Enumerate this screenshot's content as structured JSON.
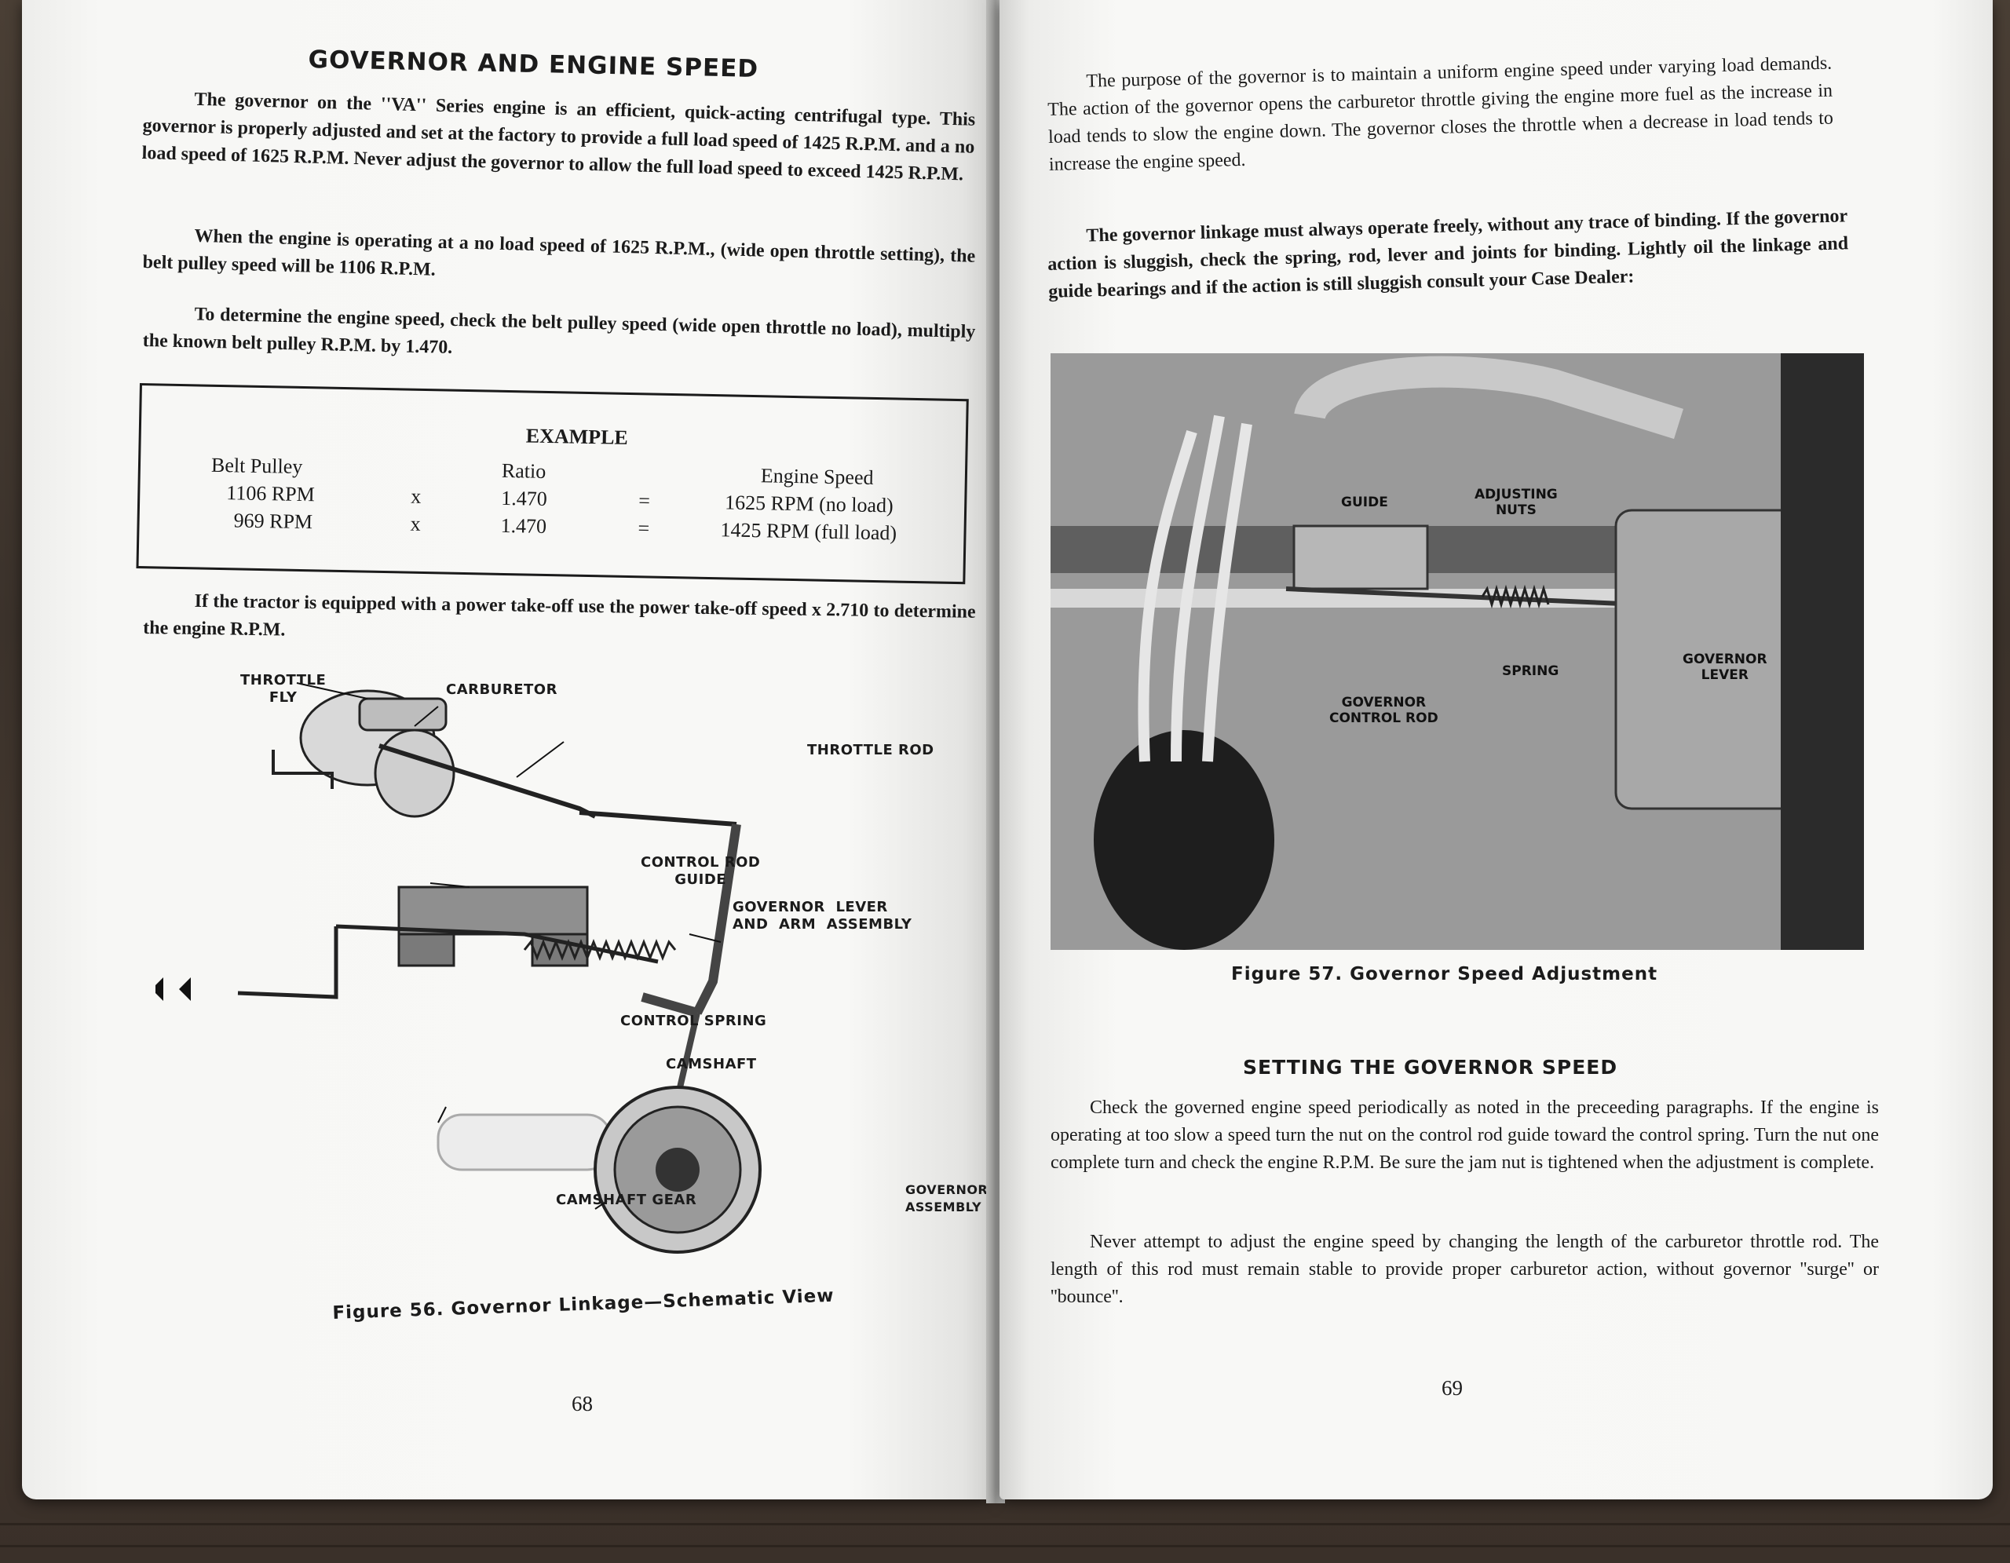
{
  "left_page": {
    "title": "GOVERNOR AND ENGINE SPEED",
    "para1": "The governor on the ''VA'' Series engine is an efficient, quick-acting centrifugal type. This governor is properly adjusted and set at the factory to provide a full load speed of 1425 R.P.M. and a no load speed of 1625 R.P.M. Never adjust the governor to allow the full load speed to exceed 1425 R.P.M.",
    "para2": "When the engine is operating at a no load speed of 1625 R.P.M., (wide open throttle setting), the belt pulley speed will be 1106 R.P.M.",
    "para3": "To determine the engine speed, check the belt pulley speed (wide open throttle no load), multiply the known belt pulley R.P.M. by 1.470.",
    "example": {
      "title": "EXAMPLE",
      "col1_header": "Belt Pulley",
      "col2_header": "Ratio",
      "col3_header": "Engine Speed",
      "rows": [
        {
          "pulley": "1106 RPM",
          "op": "x",
          "ratio": "1.470",
          "eq": "=",
          "speed": "1625 RPM (no load)"
        },
        {
          "pulley": "969 RPM",
          "op": "x",
          "ratio": "1.470",
          "eq": "=",
          "speed": "1425 RPM (full load)"
        }
      ]
    },
    "para4": "If the tractor is equipped with a power take-off use the power take-off speed x 2.710 to determine the engine R.P.M.",
    "diagram_labels": {
      "throttle_fly": "THROTTLE\nFLY",
      "carburetor": "CARBURETOR",
      "throttle_rod": "THROTTLE  ROD",
      "control_rod_guide": "CONTROL ROD\nGUIDE",
      "governor_lever": "GOVERNOR  LEVER\nAND  ARM  ASSEMBLY",
      "control_spring": "CONTROL   SPRING",
      "camshaft": "CAMSHAFT",
      "camshaft_gear": "CAMSHAFT  GEAR",
      "governor_assembly": "GOVERNOR\nASSEMBLY"
    },
    "figure_caption": "Figure 56. Governor Linkage—Schematic View",
    "page_number": "68"
  },
  "right_page": {
    "para1": "The purpose of the governor is to maintain a uniform engine speed under varying load demands. The action of the governor opens the carburetor throttle giving the engine more fuel as the increase in load tends to slow the engine down. The governor closes the throttle when a decrease in load tends to increase the engine speed.",
    "para2": "The governor linkage must always operate freely, without any trace of binding. If the governor action is sluggish, check the spring, rod, lever and joints for binding. Lightly oil the linkage and guide bearings and if the action is still sluggish consult your Case Dealer:",
    "photo_labels": {
      "guide": "GUIDE",
      "adjusting_nuts": "ADJUSTING\nNUTS",
      "spring": "SPRING",
      "governor_lever": "GOVERNOR\nLEVER",
      "governor_control_rod": "GOVERNOR\nCONTROL ROD"
    },
    "figure_caption": "Figure 57. Governor Speed Adjustment",
    "heading": "SETTING THE GOVERNOR SPEED",
    "para3": "Check the governed engine speed periodically as noted in the preceeding paragraphs. If the engine is operating at too slow a speed turn the nut on the control rod guide toward the control spring. Turn the nut one complete turn and check the engine R.P.M. Be sure the jam nut is tightened when the adjustment is complete.",
    "para4": "Never attempt to adjust the engine speed by changing the length of the carburetor throttle rod. The length of this rod must remain stable to provide proper carburetor action, without governor ''surge'' or ''bounce''.",
    "page_number": "69"
  }
}
